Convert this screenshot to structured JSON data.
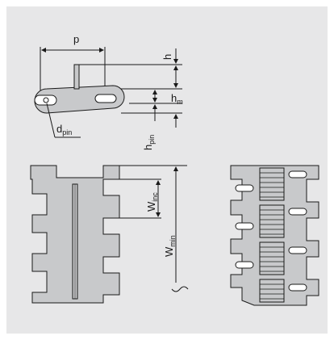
{
  "labels": {
    "pitch": "p",
    "height": "h",
    "height_m": {
      "base": "h",
      "sub": "m"
    },
    "pin_diameter": {
      "base": "d",
      "sub": "pin"
    },
    "pin_height": {
      "base": "h",
      "sub": "pin"
    },
    "width_increment": {
      "base": "W",
      "sub": "inc"
    },
    "width_min": {
      "base": "W",
      "sub": "min"
    }
  },
  "colors": {
    "panel": "#e7e7e8",
    "part_fill": "#c8c9cb",
    "line": "#1a1a1a"
  }
}
